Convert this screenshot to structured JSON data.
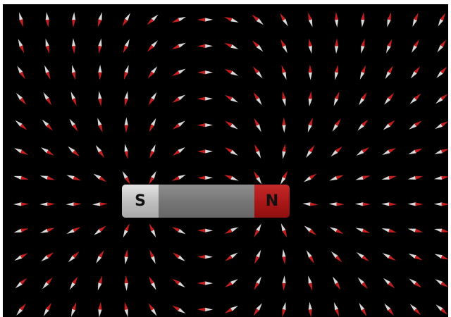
{
  "magnet": {
    "south_label": "S",
    "north_label": "N"
  },
  "colors": {
    "background": "#000000",
    "needle_north": "#c41e1e",
    "needle_south": "#d9d9d9",
    "magnet_south": "#c8c8c8",
    "magnet_body": "#7a7a7a",
    "magnet_north": "#b71c1c"
  },
  "field_grid": {
    "columns": 17,
    "rows": 12
  }
}
